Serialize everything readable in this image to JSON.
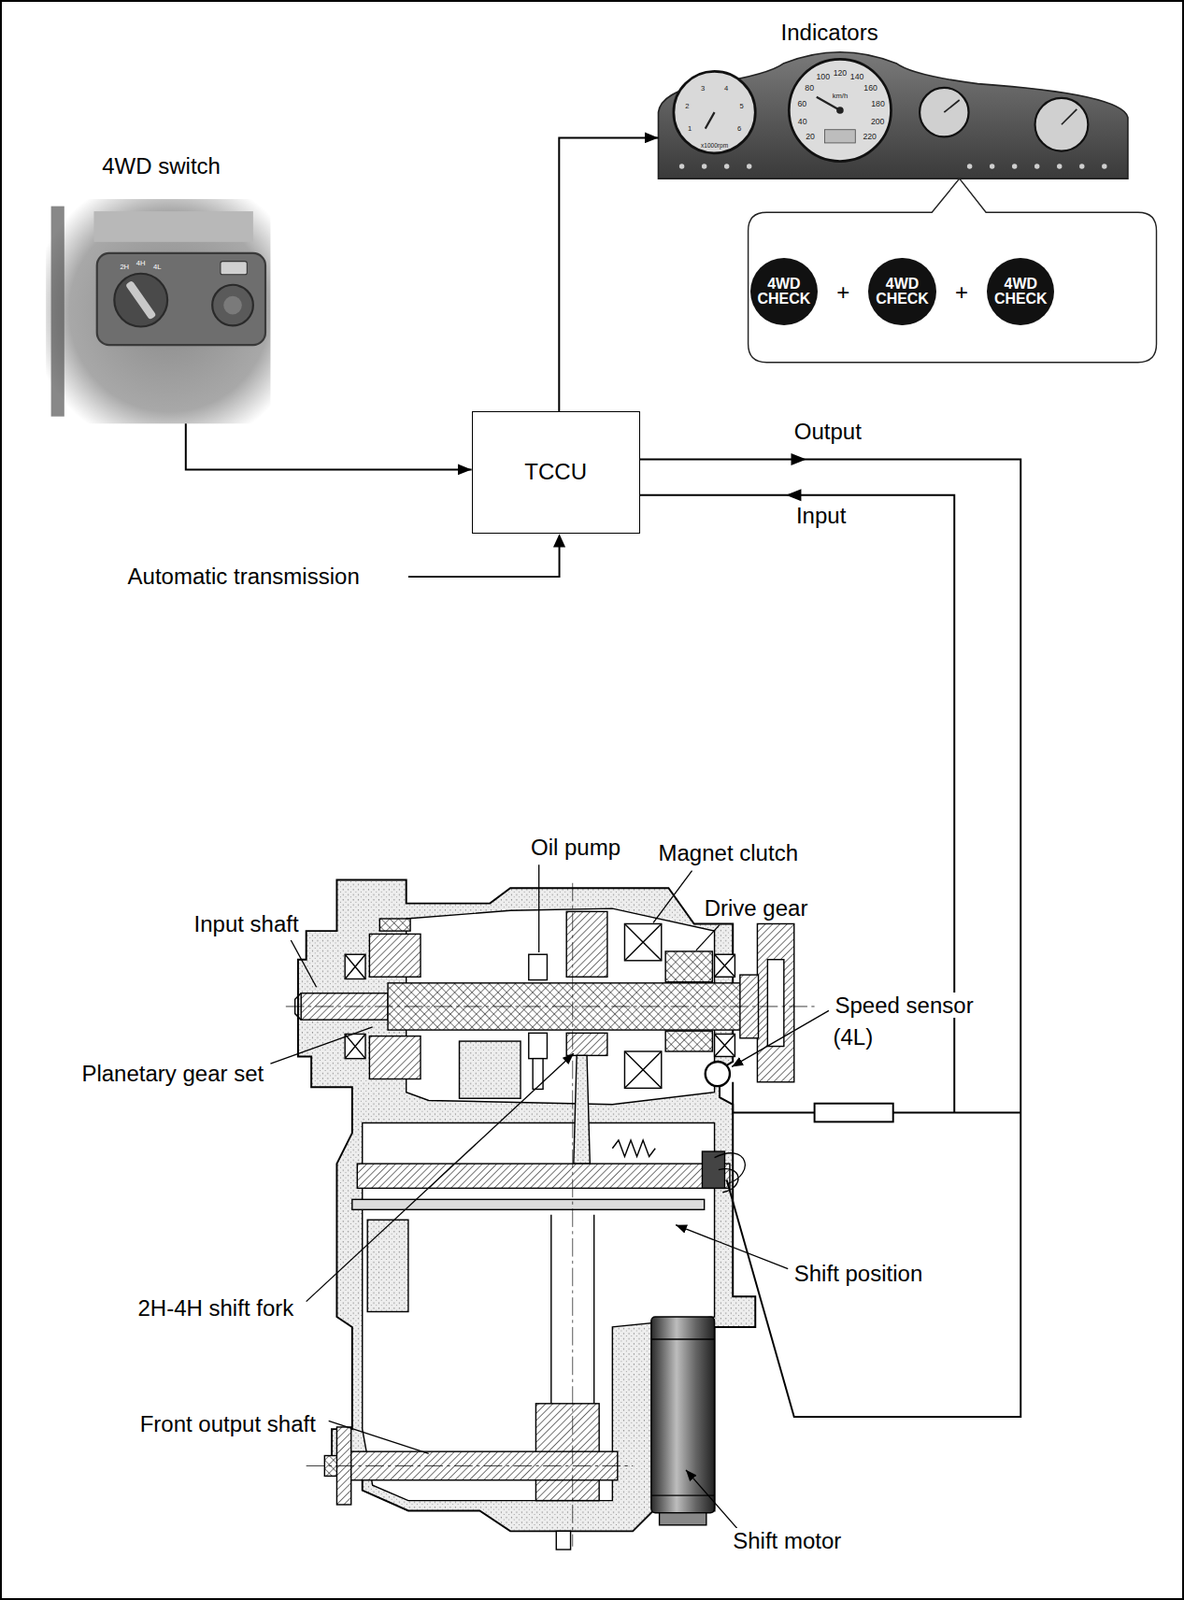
{
  "diagram": {
    "nodes": [
      {
        "text": [
          "Indicators"
        ]
      },
      {
        "text": [
          "4WD switch"
        ]
      },
      {
        "text": [
          "TCCU"
        ]
      },
      {
        "text": [
          "4WD CHECK"
        ]
      },
      {
        "text": [
          "4WD CHECK"
        ]
      },
      {
        "text": [
          "4WD CHECK"
        ]
      }
    ],
    "edges": [
      {
        "from": 1,
        "to": 2,
        "arrow": "to"
      },
      {
        "from": 2,
        "to": 0,
        "arrow": "to"
      }
    ],
    "labels": [
      "Output",
      "Input",
      "Automatic transmission",
      "Oil pump",
      "Magnet clutch",
      "Drive gear",
      "Input shaft",
      "Speed sensor (4L)",
      "Planetary gear set",
      "2H-4H shift fork",
      "Shift position",
      "Front output shaft",
      "Shift motor",
      "+",
      "+",
      "2H",
      "4H",
      "4L",
      "km/h",
      "x1000rpm",
      "20",
      "40",
      "60",
      "80",
      "100",
      "120",
      "140",
      "160",
      "180",
      "200",
      "220",
      "1",
      "2",
      "3",
      "4",
      "5",
      "6"
    ]
  }
}
